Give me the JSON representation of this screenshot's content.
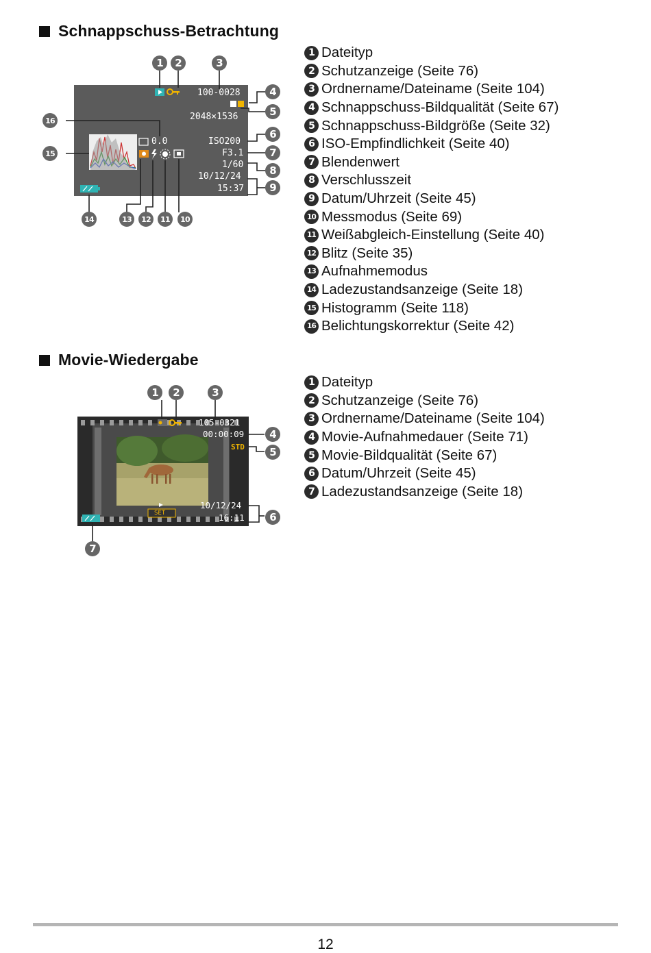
{
  "section1": {
    "title": "Schnappschuss-Betrachtung",
    "screen": {
      "file_number": "100-0028",
      "size": "2048×1536",
      "ev": "0.0",
      "iso": "ISO200",
      "aperture": "F3.1",
      "shutter": "1/60",
      "date": "10/12/24",
      "time": "15:37"
    },
    "legend": [
      {
        "n": "1",
        "text": "Dateityp"
      },
      {
        "n": "2",
        "text": "Schutzanzeige (Seite 76)"
      },
      {
        "n": "3",
        "text": "Ordnername/Dateiname (Seite 104)"
      },
      {
        "n": "4",
        "text": "Schnappschuss-Bildqualität (Seite 67)"
      },
      {
        "n": "5",
        "text": "Schnappschuss-Bildgröße (Seite 32)"
      },
      {
        "n": "6",
        "text": "ISO-Empfindlichkeit (Seite 40)"
      },
      {
        "n": "7",
        "text": "Blendenwert"
      },
      {
        "n": "8",
        "text": "Verschlusszeit"
      },
      {
        "n": "9",
        "text": "Datum/Uhrzeit (Seite 45)"
      },
      {
        "n": "10",
        "text": "Messmodus (Seite 69)"
      },
      {
        "n": "11",
        "text": "Weißabgleich-Einstellung (Seite 40)"
      },
      {
        "n": "12",
        "text": "Blitz (Seite 35)"
      },
      {
        "n": "13",
        "text": "Aufnahmemodus"
      },
      {
        "n": "14",
        "text": "Ladezustandsanzeige (Seite 18)"
      },
      {
        "n": "15",
        "text": "Histogramm (Seite 118)"
      },
      {
        "n": "16",
        "text": "Belichtungskorrektur (Seite 42)"
      }
    ]
  },
  "section2": {
    "title": "Movie-Wiedergabe",
    "screen": {
      "file_number": "105-0321",
      "duration": "00:00:09",
      "quality": "STD",
      "set_label": "SET",
      "date": "10/12/24",
      "time": "16:11"
    },
    "legend": [
      {
        "n": "1",
        "text": "Dateityp"
      },
      {
        "n": "2",
        "text": "Schutzanzeige (Seite 76)"
      },
      {
        "n": "3",
        "text": "Ordnername/Dateiname (Seite 104)"
      },
      {
        "n": "4",
        "text": "Movie-Aufnahmedauer (Seite 71)"
      },
      {
        "n": "5",
        "text": "Movie-Bildqualität (Seite 67)"
      },
      {
        "n": "6",
        "text": "Datum/Uhrzeit (Seite 45)"
      },
      {
        "n": "7",
        "text": "Ladezustandsanzeige (Seite 18)"
      }
    ]
  },
  "footer": {
    "page_number": "12"
  },
  "colors": {
    "lcd_bg": "#5a5a5a",
    "accent_yellow": "#f0b400",
    "accent_teal": "#2fb3b3"
  }
}
